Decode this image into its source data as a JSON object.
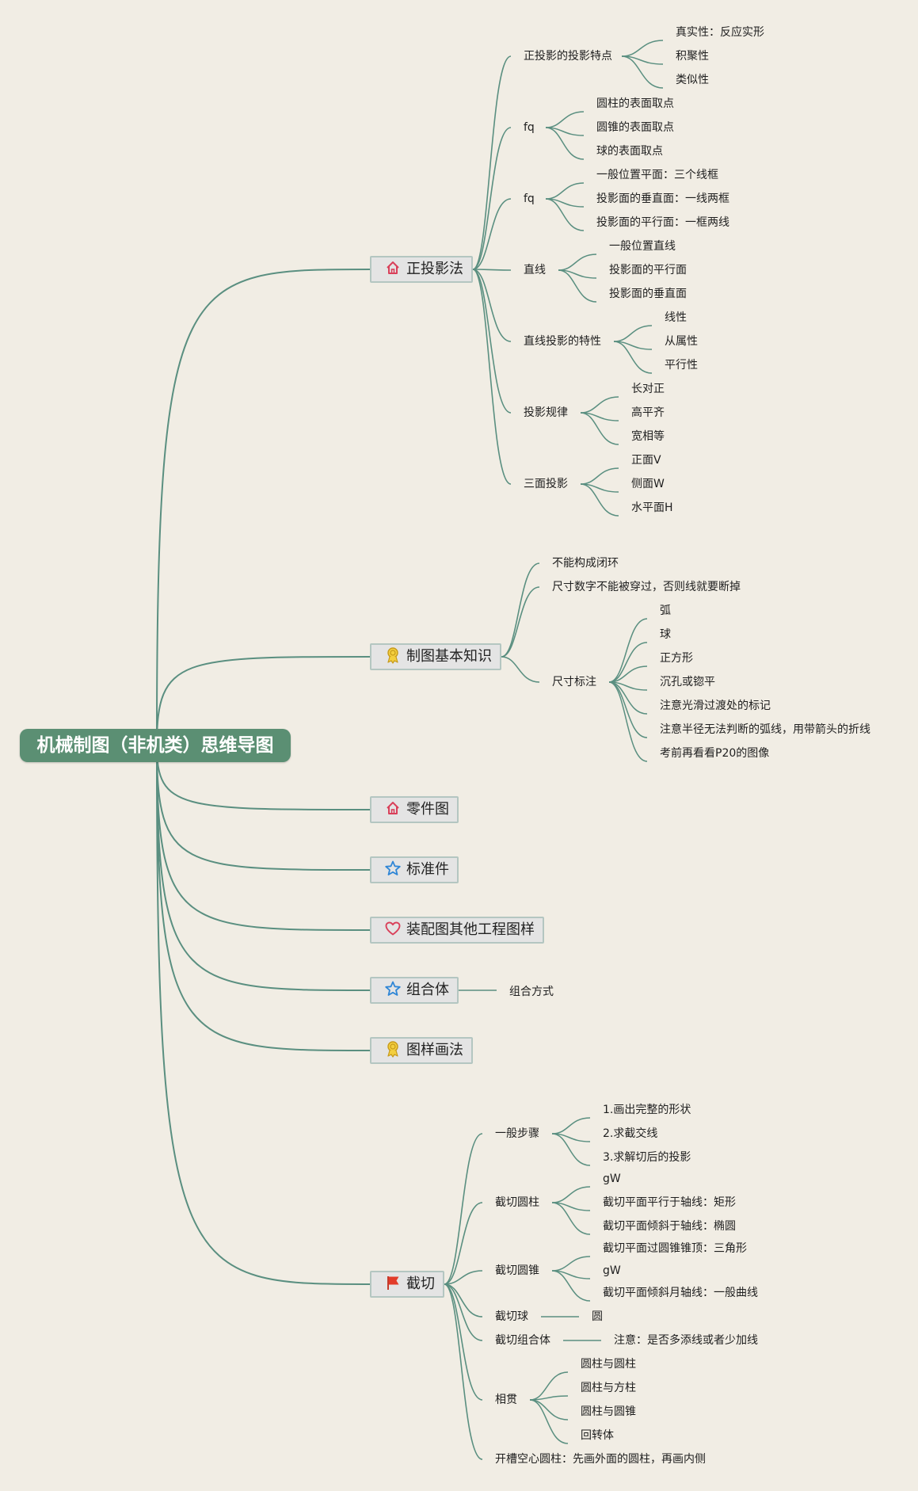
{
  "colors": {
    "background": "#f1ede4",
    "root": "#5b8f73",
    "line": "#5a8f80",
    "branch_bg": "#e4e4e4",
    "branch_border": "#b4c6c1"
  },
  "root": {
    "label": "机械制图（非机类）思维导图"
  },
  "branches": {
    "b1": {
      "label": "正投影法",
      "icon": "house-icon",
      "items": {
        "c1": {
          "label": "正投影的投影特点",
          "children": [
            "真实性：反应实形",
            "积聚性",
            "类似性"
          ]
        },
        "c2": {
          "label": "fq",
          "children": [
            "圆柱的表面取点",
            "圆锥的表面取点",
            "球的表面取点"
          ]
        },
        "c3": {
          "label": "fq",
          "children": [
            "一般位置平面：三个线框",
            "投影面的垂直面：一线两框",
            "投影面的平行面：一框两线"
          ]
        },
        "c4": {
          "label": "直线",
          "children": [
            "一般位置直线",
            "投影面的平行面",
            "投影面的垂直面"
          ]
        },
        "c5": {
          "label": "直线投影的特性",
          "children": [
            "线性",
            "从属性",
            "平行性"
          ]
        },
        "c6": {
          "label": "投影规律",
          "children": [
            "长对正",
            "高平齐",
            "宽相等"
          ]
        },
        "c7": {
          "label": "三面投影",
          "children": [
            "正面V",
            "侧面W",
            "水平面H"
          ]
        }
      }
    },
    "b2": {
      "label": "制图基本知识",
      "icon": "medal-icon",
      "items": {
        "c1": {
          "label": "不能构成闭环",
          "children": []
        },
        "c2": {
          "label": "尺寸数字不能被穿过，否则线就要断掉",
          "children": []
        },
        "c3": {
          "label": "尺寸标注",
          "children": [
            "弧",
            "球",
            "正方形",
            "沉孔或锪平",
            "注意光滑过渡处的标记",
            "注意半径无法判断的弧线，用带箭头的折线",
            "考前再看看P20的图像"
          ]
        }
      }
    },
    "b3": {
      "label": "零件图",
      "icon": "house-icon"
    },
    "b4": {
      "label": "标准件",
      "icon": "star-icon"
    },
    "b5": {
      "label": "装配图其他工程图样",
      "icon": "heart-icon"
    },
    "b6": {
      "label": "组合体",
      "icon": "star-icon",
      "items": {
        "c1": {
          "label": "组合方式",
          "children": []
        }
      }
    },
    "b7": {
      "label": "图样画法",
      "icon": "medal-icon"
    },
    "b8": {
      "label": "截切",
      "icon": "flag-icon",
      "items": {
        "c1": {
          "label": "一般步骤",
          "children": [
            "1.画出完整的形状",
            "2.求截交线",
            "3.求解切后的投影"
          ]
        },
        "c2": {
          "label": "截切圆柱",
          "children": [
            "gW",
            "截切平面平行于轴线：矩形",
            "截切平面倾斜于轴线：椭圆"
          ]
        },
        "c3": {
          "label": "截切圆锥",
          "children": [
            "截切平面过圆锥锥顶：三角形",
            "gW",
            "截切平面倾斜月轴线：一般曲线"
          ]
        },
        "c4": {
          "label": "截切球",
          "children": [
            "圆"
          ]
        },
        "c5": {
          "label": "截切组合体",
          "children": [
            "注意：是否多添线或者少加线"
          ]
        },
        "c6": {
          "label": "相贯",
          "children": [
            "圆柱与圆柱",
            "圆柱与方柱",
            "圆柱与圆锥",
            "回转体"
          ]
        },
        "c7": {
          "label": "开槽空心圆柱：先画外面的圆柱，再画内侧",
          "children": []
        }
      }
    }
  }
}
